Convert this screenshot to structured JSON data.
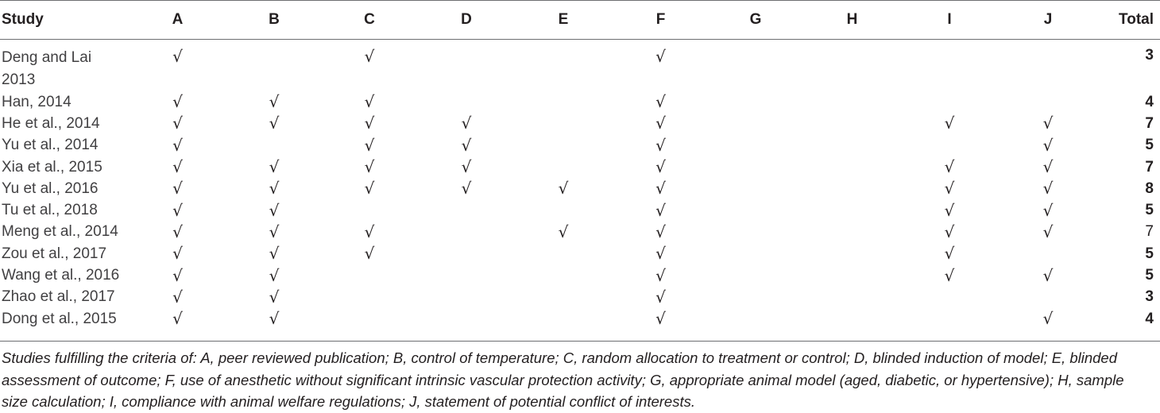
{
  "table": {
    "headers": [
      "Study",
      "A",
      "B",
      "C",
      "D",
      "E",
      "F",
      "G",
      "H",
      "I",
      "J",
      "Total"
    ],
    "check_symbol": "√",
    "rows": [
      {
        "study": "Deng and Lai 2013",
        "marks": [
          "A",
          "C",
          "F"
        ],
        "total": "3",
        "total_bold": true
      },
      {
        "study": "Han, 2014",
        "marks": [
          "A",
          "B",
          "C",
          "F"
        ],
        "total": "4",
        "total_bold": true
      },
      {
        "study": "He et al., 2014",
        "marks": [
          "A",
          "B",
          "C",
          "D",
          "F",
          "I",
          "J"
        ],
        "total": "7",
        "total_bold": true
      },
      {
        "study": "Yu et al., 2014",
        "marks": [
          "A",
          "C",
          "D",
          "F",
          "J"
        ],
        "total": "5",
        "total_bold": true
      },
      {
        "study": "Xia et al., 2015",
        "marks": [
          "A",
          "B",
          "C",
          "D",
          "F",
          "I",
          "J"
        ],
        "total": "7",
        "total_bold": true
      },
      {
        "study": "Yu et al., 2016",
        "marks": [
          "A",
          "B",
          "C",
          "D",
          "E",
          "F",
          "I",
          "J"
        ],
        "total": "8",
        "total_bold": true
      },
      {
        "study": "Tu et al., 2018",
        "marks": [
          "A",
          "B",
          "F",
          "I",
          "J"
        ],
        "total": "5",
        "total_bold": true
      },
      {
        "study": "Meng et al., 2014",
        "marks": [
          "A",
          "B",
          "C",
          "E",
          "F",
          "I",
          "J"
        ],
        "total": "7",
        "total_bold": false
      },
      {
        "study": "Zou et al., 2017",
        "marks": [
          "A",
          "B",
          "C",
          "F",
          "I"
        ],
        "total": "5",
        "total_bold": true
      },
      {
        "study": "Wang et al., 2016",
        "marks": [
          "A",
          "B",
          "F",
          "I",
          "J"
        ],
        "total": "5",
        "total_bold": true
      },
      {
        "study": "Zhao et al., 2017",
        "marks": [
          "A",
          "B",
          "F"
        ],
        "total": "3",
        "total_bold": true
      },
      {
        "study": "Dong et al., 2015",
        "marks": [
          "A",
          "B",
          "F",
          "J"
        ],
        "total": "4",
        "total_bold": true
      }
    ]
  },
  "footnote": "Studies fulfilling the criteria of: A, peer reviewed publication; B, control of temperature; C, random allocation to treatment or control; D, blinded induction of model; E, blinded assessment of outcome; F, use of anesthetic without significant intrinsic vascular protection activity; G, appropriate animal model (aged, diabetic, or hypertensive); H, sample size calculation; I, compliance with animal welfare regulations; J, statement of potential conflict of interests."
}
